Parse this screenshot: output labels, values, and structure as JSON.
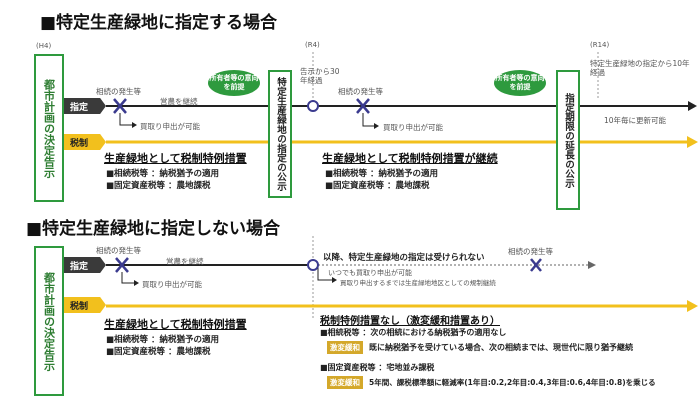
{
  "section1": {
    "title": "■特定生産緑地に指定する場合",
    "year_h4": "(H4)",
    "year_r4": "(R4)",
    "year_r14": "(R14)",
    "left_box": "都市計画の決定告示",
    "row_designate": "指定",
    "row_tax": "税制",
    "inherit1": "相続の発生等",
    "farming": "営農を継続",
    "buyback1": "買取り申出が可能",
    "bubble1": "所有者等の意向を前提",
    "center_box": "特定生産緑地の指定の公示",
    "after30": "告示から30年経過",
    "inherit2": "相続の発生等",
    "buyback2": "買取り申出が可能",
    "bubble2": "所有者等の意向を前提",
    "right_box": "指定期限の延長の公示",
    "after10": "特定生産緑地の指定から10年経過",
    "renew": "10年毎に更新可能",
    "head1": "生産緑地として税制特例措置",
    "head2": "生産緑地として税制特例措置が継続",
    "items1": [
      "■相続税等 ：納税猶予の適用",
      "■固定資産税等 ：農地課税"
    ],
    "items2": [
      "■相続税等 ：納税猶予の適用",
      "■固定資産税等 ：農地課税"
    ]
  },
  "section2": {
    "title": "■特定生産緑地に指定しない場合",
    "left_box": "都市計画の決定告示",
    "row_designate": "指定",
    "row_tax": "税制",
    "inherit1": "相続の発生等",
    "farming": "営農を継続",
    "buyback1": "買取り申出が可能",
    "no_designate": "以降、特定生産緑地の指定は受けられない",
    "anytime": "いつでも買取り申出が可能",
    "until_buyback": "買取り申出するまでは生産緑地地区としての規制継続",
    "inherit2": "相続の発生等",
    "head1": "生産緑地として税制特例措置",
    "items1": [
      "■相続税等 ：納税猶予の適用",
      "■固定資産税等 ：農地課税"
    ],
    "head2": "税制特例措置なし（激変緩和措置あり）",
    "inherit_tax": "■相続税等 ：次の相続における納税猶予の適用なし",
    "relief_badge": "激変緩和",
    "relief1": "既に納税猶予を受けている場合、次の相続までは、現世代に限り猶予継続",
    "property_tax": "■固定資産税等 ：宅地並み課税",
    "relief2": "5年間、課税標準額に軽減率(1年目:0.2,2年目:0.4,3年目:0.6,4年目:0.8)を乗じる"
  },
  "colors": {
    "green": "#2e9a3e",
    "yellow": "#f2c01d",
    "dark": "#3a3a3a",
    "purple": "#3b3b8f"
  }
}
